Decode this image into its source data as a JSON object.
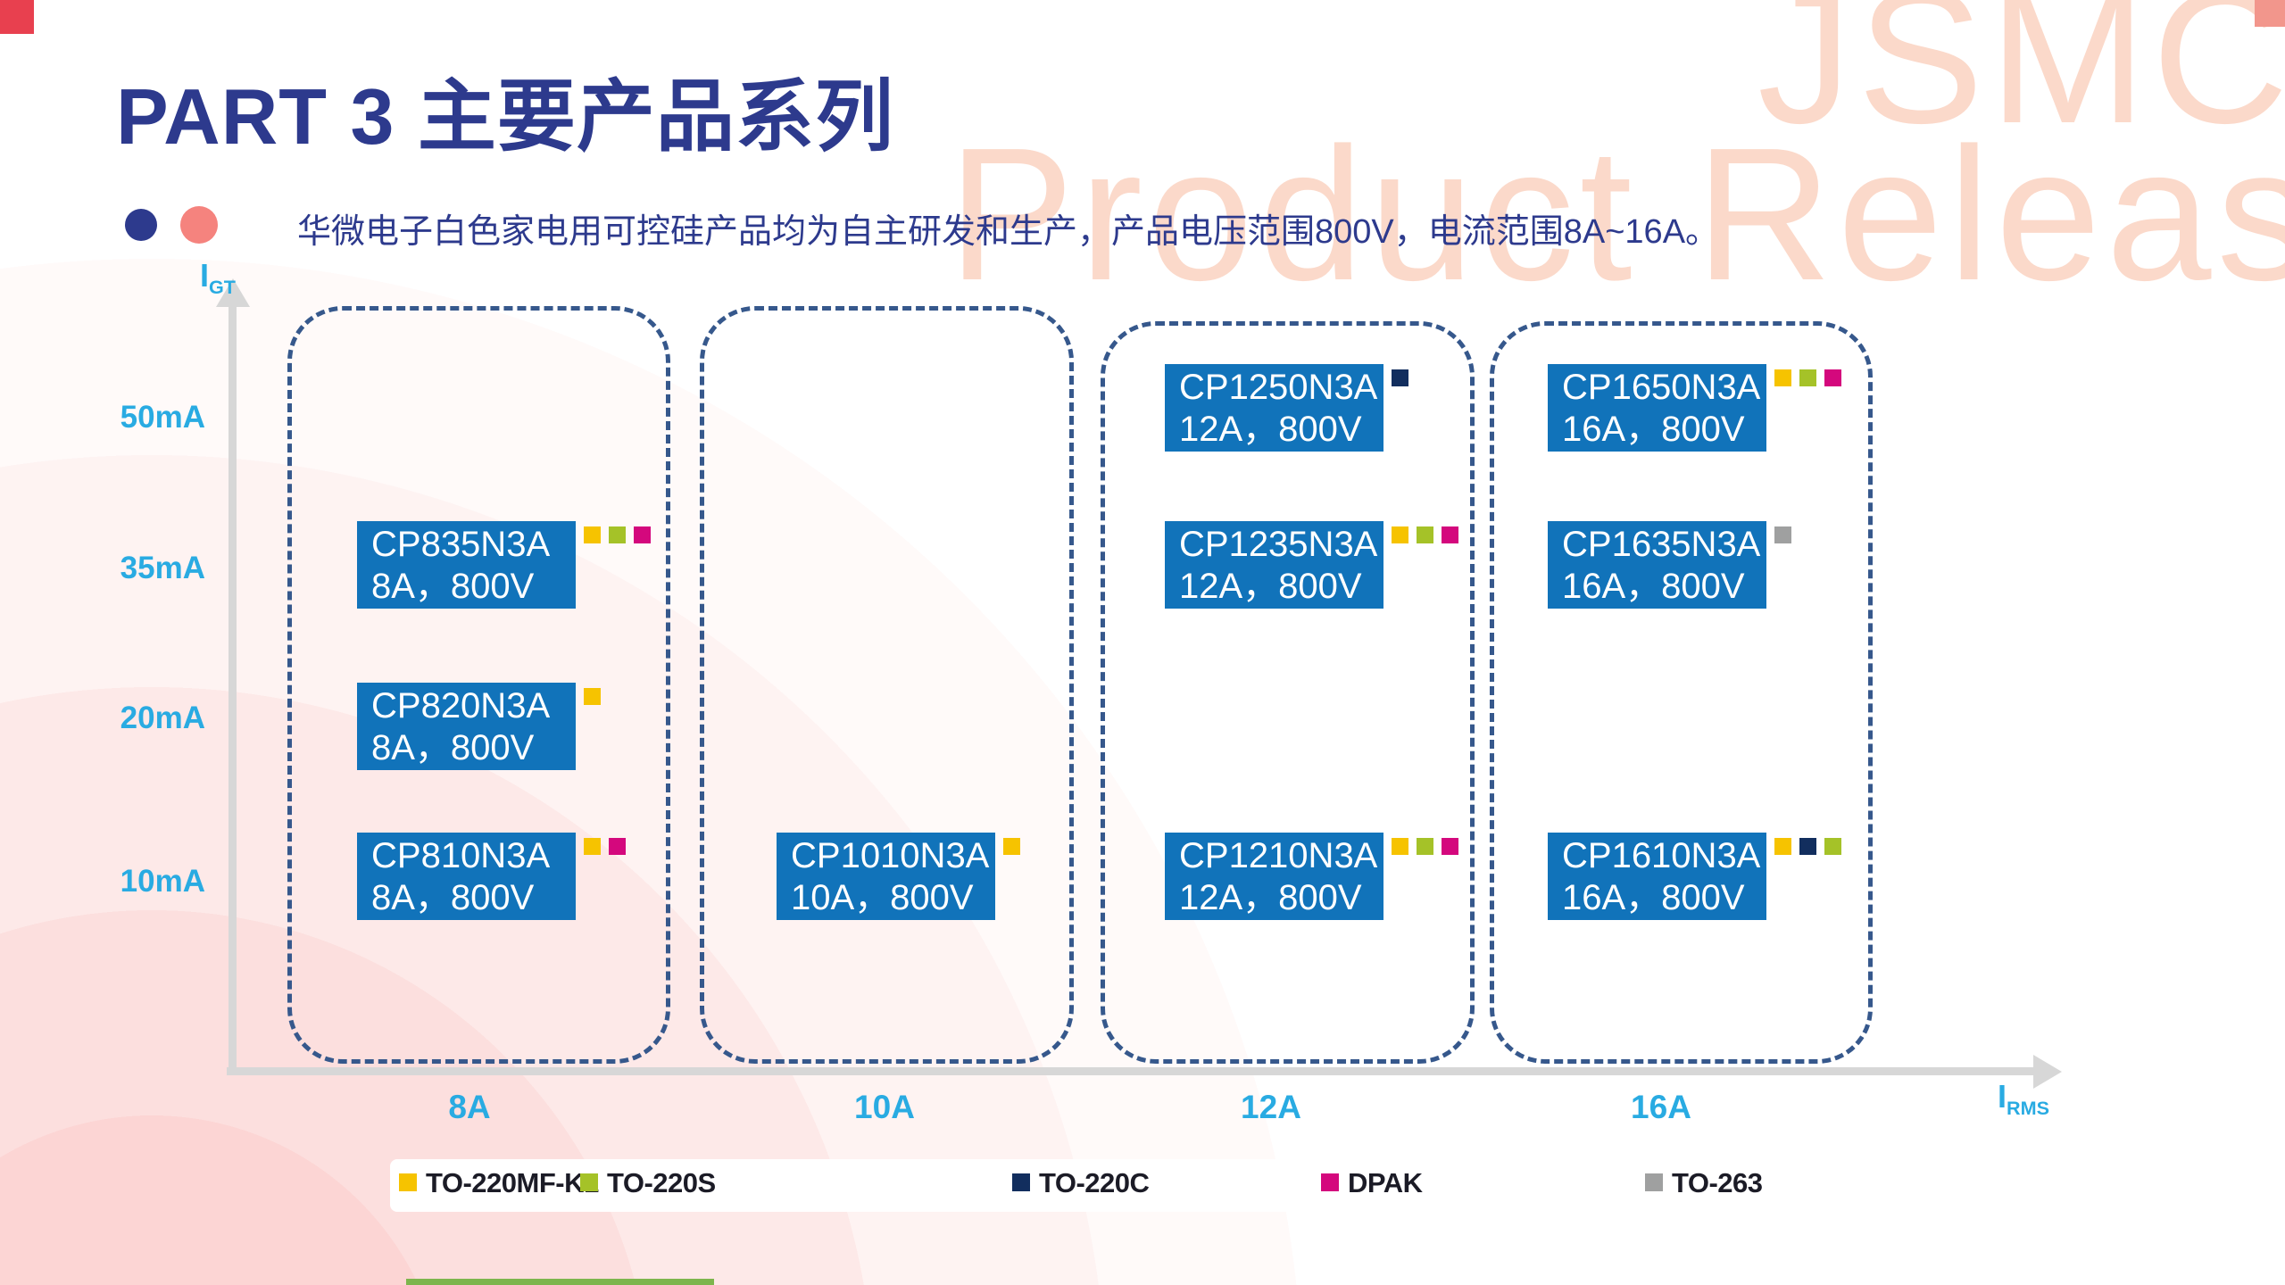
{
  "slide": {
    "title": "PART 3 主要产品系列",
    "subtitle": "华微电子白色家电用可控硅产品均为自主研发和生产，产品电压范围800V，电流范围8A~16A。",
    "watermark": {
      "line1": "JSMC",
      "line2": "Product Release"
    }
  },
  "colors": {
    "accent_blue": "#1173ba",
    "cyan": "#29abe2",
    "navy_text": "#2d3a8d",
    "dashed_border": "#36588c",
    "watermark_pink": "#fbd9ca"
  },
  "chart_data": {
    "type": "scatter",
    "title": "",
    "x_axis": {
      "base": "I",
      "sub": "RMS",
      "ticks": [
        "8A",
        "10A",
        "12A",
        "16A"
      ]
    },
    "y_axis": {
      "base": "I",
      "sub": "GT",
      "ticks": [
        "50mA",
        "35mA",
        "20mA",
        "10mA"
      ]
    },
    "points": [
      {
        "name": "CP835N3A",
        "spec": "8A，800V",
        "x": "8A",
        "y": "35mA",
        "packages": [
          "TO-220MF-K1",
          "TO-220S",
          "DPAK"
        ]
      },
      {
        "name": "CP820N3A",
        "spec": "8A，800V",
        "x": "8A",
        "y": "20mA",
        "packages": [
          "TO-220MF-K1"
        ]
      },
      {
        "name": "CP810N3A",
        "spec": "8A，800V",
        "x": "8A",
        "y": "10mA",
        "packages": [
          "TO-220MF-K1",
          "DPAK"
        ]
      },
      {
        "name": "CP1010N3A",
        "spec": "10A，800V",
        "x": "10A",
        "y": "10mA",
        "packages": [
          "TO-220MF-K1"
        ]
      },
      {
        "name": "CP1250N3A",
        "spec": "12A，800V",
        "x": "12A",
        "y": "50mA",
        "packages": [
          "TO-220C"
        ]
      },
      {
        "name": "CP1235N3A",
        "spec": "12A，800V",
        "x": "12A",
        "y": "35mA",
        "packages": [
          "TO-220MF-K1",
          "TO-220S",
          "DPAK"
        ]
      },
      {
        "name": "CP1210N3A",
        "spec": "12A，800V",
        "x": "12A",
        "y": "10mA",
        "packages": [
          "TO-220MF-K1",
          "TO-220S",
          "DPAK"
        ]
      },
      {
        "name": "CP1650N3A",
        "spec": "16A，800V",
        "x": "16A",
        "y": "50mA",
        "packages": [
          "TO-220MF-K1",
          "TO-220S",
          "DPAK"
        ]
      },
      {
        "name": "CP1635N3A",
        "spec": "16A，800V",
        "x": "16A",
        "y": "35mA",
        "packages": [
          "TO-263"
        ]
      },
      {
        "name": "CP1610N3A",
        "spec": "16A，800V",
        "x": "16A",
        "y": "10mA",
        "packages": [
          "TO-220MF-K1",
          "TO-220C",
          "TO-220S"
        ]
      }
    ],
    "package_legend": [
      {
        "label": "TO-220MF-K1",
        "color": "#f6c300"
      },
      {
        "label": "TO-220S",
        "color": "#a5c228"
      },
      {
        "label": "TO-220C",
        "color": "#122e5e"
      },
      {
        "label": "DPAK",
        "color": "#d4087d"
      },
      {
        "label": "TO-263",
        "color": "#9fa0a0"
      }
    ]
  }
}
